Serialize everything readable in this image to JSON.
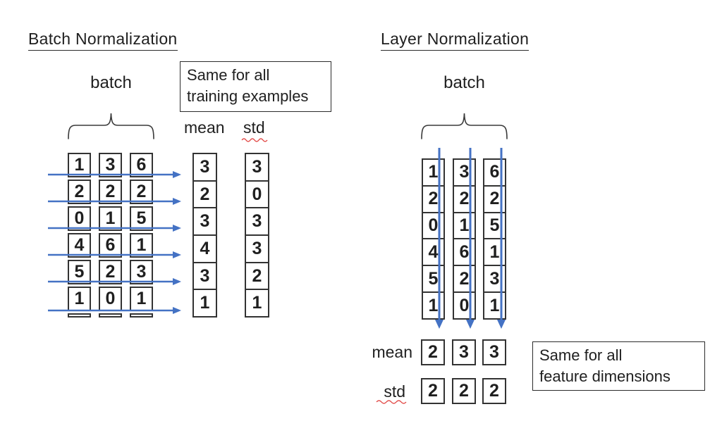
{
  "colors": {
    "arrow_blue": "#4472C4",
    "box_border_dark": "#333333",
    "text_dark": "#1f1f1f",
    "squiggle_red": "#E0403D"
  },
  "left": {
    "title": "Batch Normalization",
    "batch_label": "batch",
    "note_box": {
      "lines": [
        "Same for all",
        "training examples"
      ]
    },
    "mean_label": "mean",
    "std_label": "std",
    "matrix": {
      "rows": [
        [
          1,
          3,
          6
        ],
        [
          2,
          2,
          2
        ],
        [
          0,
          1,
          5
        ],
        [
          4,
          6,
          1
        ],
        [
          5,
          2,
          3
        ],
        [
          1,
          0,
          1
        ]
      ]
    },
    "mean": [
      3,
      2,
      3,
      4,
      3,
      1
    ],
    "std": [
      3,
      0,
      3,
      3,
      2,
      1
    ]
  },
  "right": {
    "title": "Layer Normalization",
    "batch_label": "batch",
    "note_box": {
      "lines": [
        "Same for all",
        "feature dimensions"
      ]
    },
    "mean_label": "mean",
    "std_label": "std",
    "matrix": {
      "rows": [
        [
          1,
          3,
          6
        ],
        [
          2,
          2,
          2
        ],
        [
          0,
          1,
          5
        ],
        [
          4,
          6,
          1
        ],
        [
          5,
          2,
          3
        ],
        [
          1,
          0,
          1
        ]
      ]
    },
    "mean": [
      2,
      3,
      3
    ],
    "std": [
      2,
      2,
      2
    ]
  }
}
